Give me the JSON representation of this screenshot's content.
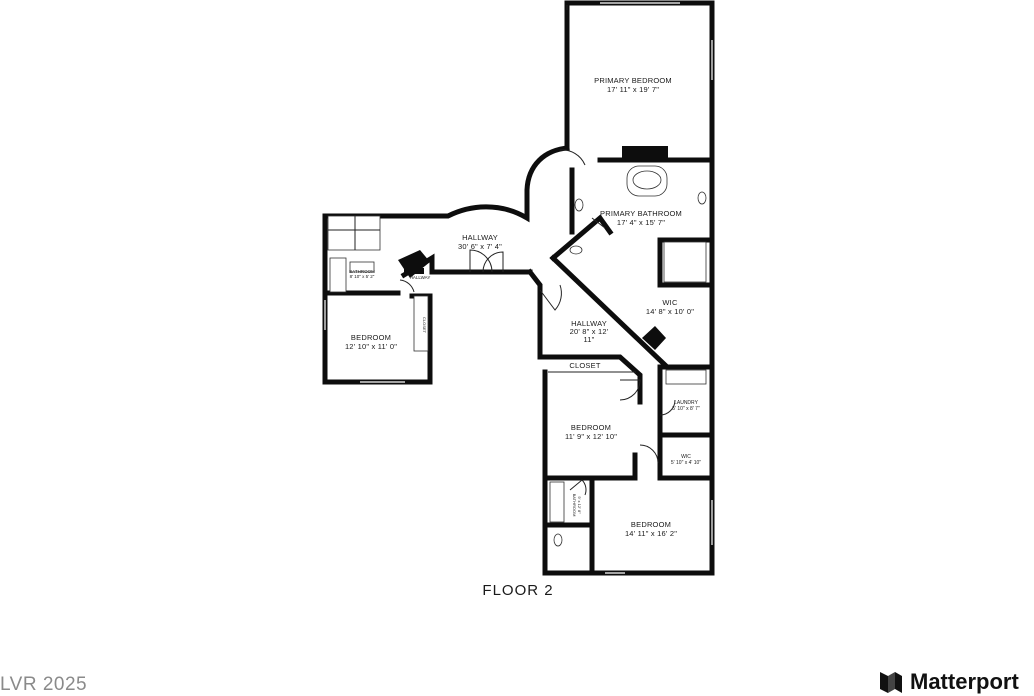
{
  "floor_label": "FLOOR 2",
  "watermark": "LVR 2025",
  "brand": {
    "name": "Matterport",
    "logo_icon": "matterport-logo-icon"
  },
  "rooms": {
    "primary_bedroom": {
      "name": "PRIMARY BEDROOM",
      "dims": "17' 11\" x 19' 7\""
    },
    "primary_bathroom": {
      "name": "PRIMARY BATHROOM",
      "dims": "17' 4\" x 15' 7\""
    },
    "hallway_top": {
      "name": "HALLWAY",
      "dims": "30' 6\" x 7' 4\""
    },
    "hallway_center": {
      "name": "HALLWAY",
      "dims_line1": "20' 8\" x 12'",
      "dims_line2": "11\""
    },
    "wic_large": {
      "name": "WIC",
      "dims": "14' 8\" x 10' 0\""
    },
    "closet": {
      "name": "CLOSET"
    },
    "laundry": {
      "name": "LAUNDRY",
      "dims": "5' 10\" x 8' 7\""
    },
    "wic_small": {
      "name": "WIC",
      "dims": "5' 10\" x 4' 10\""
    },
    "bedroom_mid": {
      "name": "BEDROOM",
      "dims": "11' 9\" x 12' 10\""
    },
    "bedroom_bottom": {
      "name": "BEDROOM",
      "dims": "14' 11\" x 16' 2\""
    },
    "bedroom_left": {
      "name": "BEDROOM",
      "dims": "12' 10\" x 11' 0\""
    },
    "bathroom_left": {
      "name": "BATHROOM",
      "dims": "8' 10\" x 5' 2\""
    },
    "hallway_small": {
      "name": "HALLWAY"
    },
    "closet_left": {
      "name": "CLOSET"
    },
    "bathroom_bottom": {
      "name": "BATHROOM",
      "dims": "9' x 12' 8\""
    }
  }
}
